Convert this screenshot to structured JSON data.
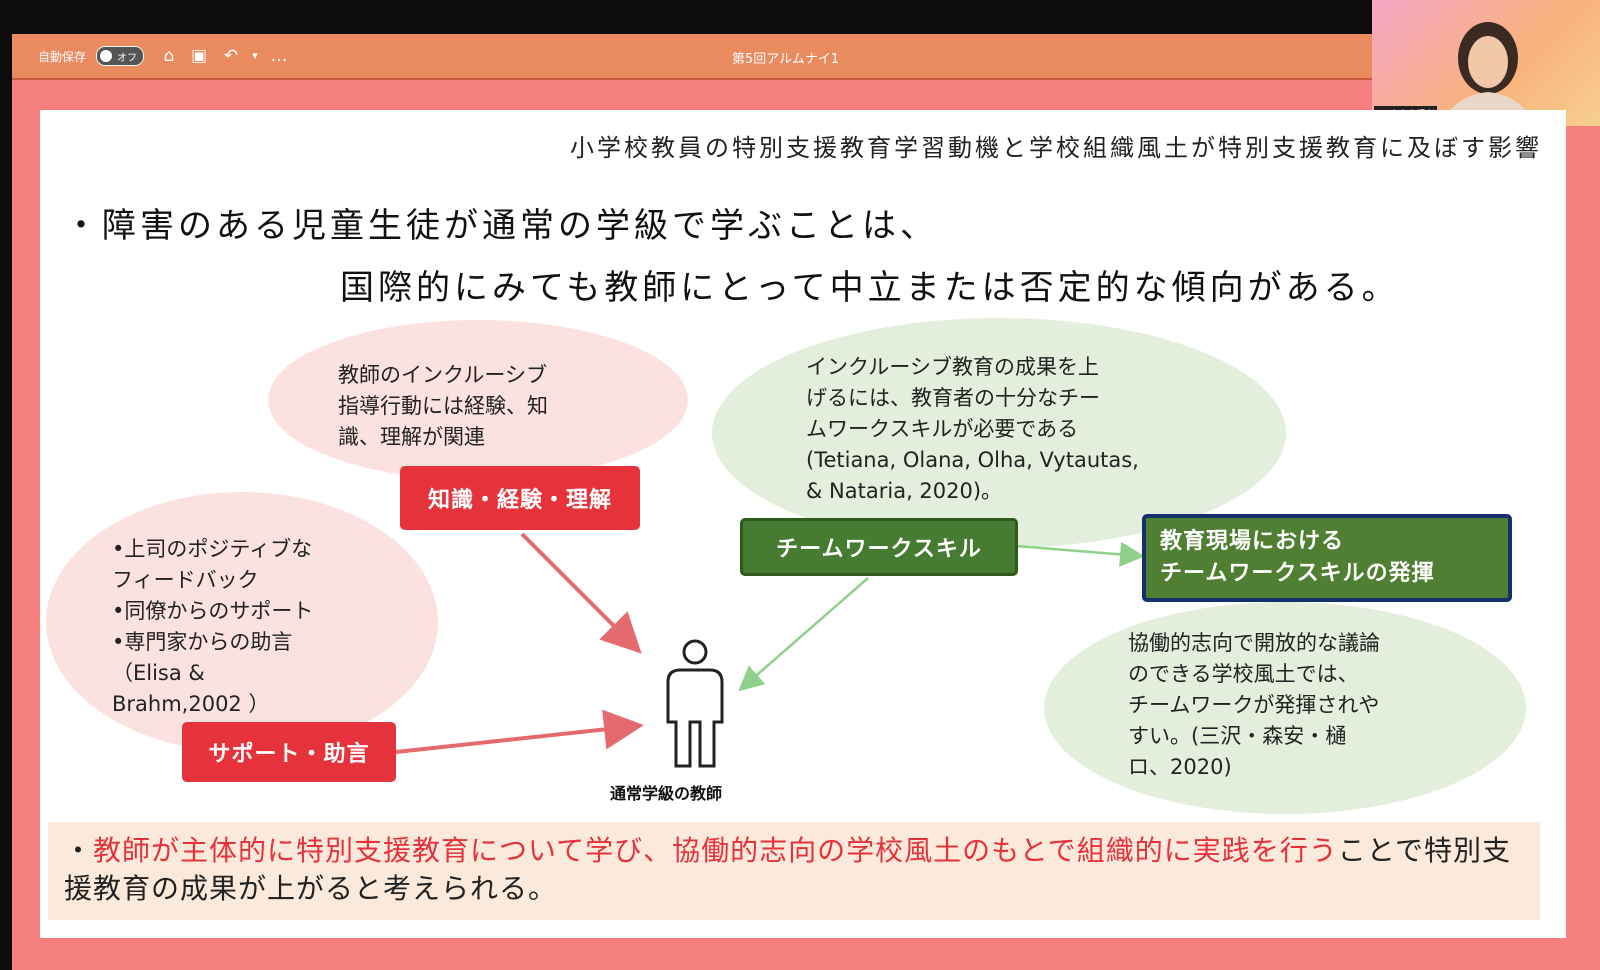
{
  "window": {
    "autosave_label": "自動保存",
    "autosave_state": "オフ",
    "doc_title": "第5回アルムナイ1"
  },
  "webcam": {
    "caption": "TG東京支援者"
  },
  "slide": {
    "title": "小学校教員の特別支援教育学習動機と学校組織風土が特別支援教育に及ぼす影響",
    "claim_line1": "・障害のある児童生徒が通常の学級で学ぶことは、",
    "claim_line2": "国際的にみても教師にとって中立または否定的な傾向がある。",
    "bubble_teacher": [
      "教師のインクルーシブ",
      "指導行動には経験、知",
      "識、理解が関連"
    ],
    "bubble_support": [
      "•上司のポジティブな",
      "フィードバック",
      "•同僚からのサポート",
      "•専門家からの助言",
      "（Elisa &",
      "Brahm,2002 ）"
    ],
    "bubble_teamwork": [
      "インクルーシブ教育の成果を上",
      "げるには、教育者の十分なチー",
      "ムワークスキルが必要である",
      "(Tetiana, Olana, Olha, Vytautas,",
      "& Nataria, 2020)。"
    ],
    "bubble_climate": [
      "協働的志向で開放的な議論",
      "のできる学校風土では、",
      "チームワークが発揮されや",
      "すい。(三沢・森安・樋",
      "ロ、2020)"
    ],
    "label_knowledge": "知識・経験・理解",
    "label_support": "サポート・助言",
    "label_teamwork": "チームワークスキル",
    "label_practice": [
      "教育現場における",
      "チームワークスキルの発揮"
    ],
    "person_label": "通常学級の教師",
    "conclusion_prefix": "・",
    "conclusion_highlight": "教師が主体的に特別支援教育について学び、協働的志向の学校風土のもとで組織的に実践を行う",
    "conclusion_rest": "ことで特別支援教育の成果が上がると考えられる。"
  },
  "colors": {
    "background": "#f47f7e",
    "label_red": "#e5323b",
    "label_green": "#467b32",
    "label_border_blue": "#13306a"
  }
}
